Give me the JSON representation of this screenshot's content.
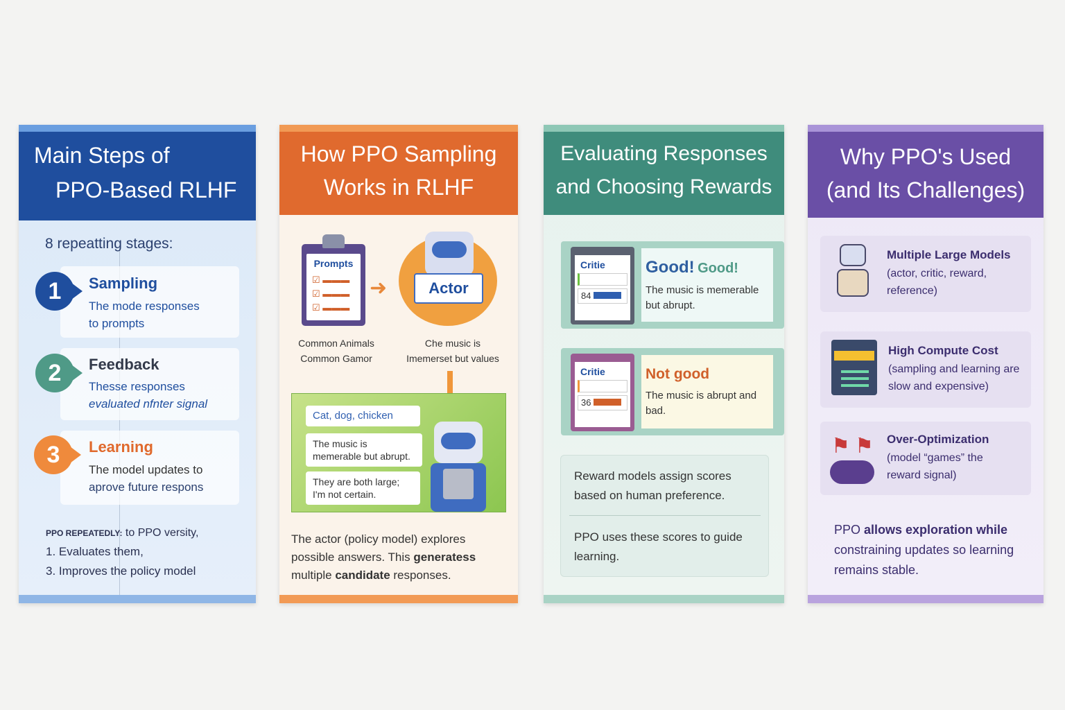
{
  "panels": {
    "sampling_steps": {
      "title_line1": "Main Steps of",
      "title_line2": "PPO-Based RLHF",
      "intro": "8 repeatting stages:",
      "steps": [
        {
          "num": "1",
          "title": "Sampling",
          "desc1": "The mode responses",
          "desc2": "to prompts",
          "color": "#1f4e9e"
        },
        {
          "num": "2",
          "title": "Feedback",
          "desc1": "Thesse responses",
          "desc2": "evaluated nfnter signal",
          "color": "#4f9a87"
        },
        {
          "num": "3",
          "title": "Learning",
          "desc1": "The model updates to",
          "desc2": "aprove future respons",
          "color": "#ef8a3c"
        }
      ],
      "summary_head": "PPO REPEATEDLY:",
      "summary_tail": "to PPO versity,",
      "summary_items": [
        "1. Evaluates them,",
        "3. Improves the policy model"
      ]
    },
    "how_sampling": {
      "title_line1": "How PPO Sampling",
      "title_line2": "Works in RLHF",
      "clipboard_label": "Prompts",
      "actor_label": "Actor",
      "caption_left1": "Common Animals",
      "caption_left2": "Common Gamor",
      "caption_right1": "Che music is",
      "caption_right2": "Imemerset but values",
      "responses": [
        "Cat, dog, chicken",
        "The music is memerable but abrupt.",
        "They are both large; I'm not certain."
      ],
      "explain_a": "The actor (policy model) explores possible answers. This ",
      "explain_b": "generatess",
      "explain_c": " multiple ",
      "explain_d": "candidate",
      "explain_e": " responses."
    },
    "evaluating": {
      "title_line1": "Evaluating Responses",
      "title_line2": "and Choosing Rewards",
      "good": {
        "critic": "Critie",
        "score": "84",
        "verdict": "Good!",
        "verdict2": "Good!",
        "text": "The music is memerable but abrupt."
      },
      "bad": {
        "critic": "Critie",
        "score": "36",
        "verdict": "Not good",
        "text": "The music is abrupt and bad."
      },
      "note1": "Reward models assign scores based on human preference.",
      "note2": "PPO uses these scores to guide learning."
    },
    "why_ppo": {
      "title_line1": "Why PPO's Used",
      "title_line2": "(and Its Challenges)",
      "challenges": [
        {
          "title": "Multiple Large Models",
          "desc": "(actor, critic, reward, reference)",
          "icon": "robots-icon"
        },
        {
          "title": "High Compute Cost",
          "desc": "(sampling and learning are slow and expensive)",
          "icon": "server-icon"
        },
        {
          "title": "Over-Optimization",
          "desc": "(model “games” the reward signal)",
          "icon": "gamepad-icon"
        }
      ],
      "conclusion_a": "PPO ",
      "conclusion_b": "allows exploration while",
      "conclusion_c": " constraining updates so learning remains stable."
    }
  }
}
